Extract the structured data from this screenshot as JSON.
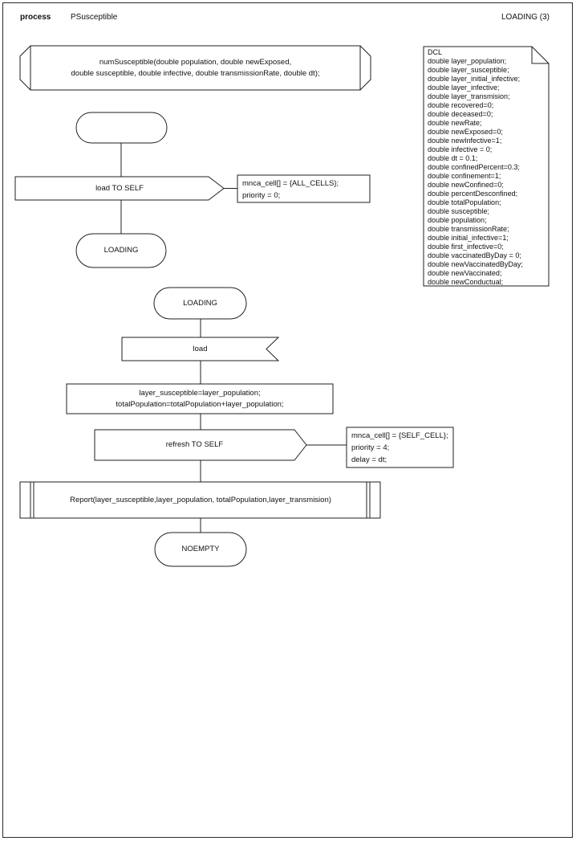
{
  "header": {
    "type_label": "process",
    "process_name": "PSusceptible",
    "page_label": "LOADING (3)"
  },
  "diagram": {
    "function_def": {
      "lines": [
        "numSusceptible(double population, double newExposed,",
        "double susceptible, double infective, double transmissionRate, double dt);"
      ]
    },
    "start_state": {
      "label": ""
    },
    "load_to_self": {
      "label": "load TO SELF",
      "note_lines": [
        "mnca_cell[] = {ALL_CELLS};",
        "priority = 0;"
      ]
    },
    "loading_state_1": {
      "label": "LOADING"
    },
    "loading_state_2": {
      "label": "LOADING"
    },
    "load_event": {
      "label": "load"
    },
    "assignment": {
      "lines": [
        "layer_susceptible=layer_population;",
        "totalPopulation=totalPopulation+layer_population;"
      ]
    },
    "refresh_to_self": {
      "label": "refresh TO SELF",
      "note_lines": [
        "mnca_cell[] = {SELF_CELL};",
        "priority = 4;",
        "delay = dt;"
      ]
    },
    "report": {
      "label": "Report(layer_susceptible,layer_population, totalPopulation,layer_transmision)"
    },
    "noempty_state": {
      "label": "NOEMPTY"
    },
    "dcl": {
      "lines": [
        "DCL",
        "double layer_population;",
        "double layer_susceptible;",
        "double layer_initial_infective;",
        "double layer_infective;",
        "double layer_transmision;",
        "double recovered=0;",
        "double deceased=0;",
        "double newRate;",
        "double newExposed=0;",
        "double newInfective=1;",
        "double infective = 0;",
        "double dt = 0.1;",
        "double confinedPercent=0.3;",
        "double confinement=1;",
        "double newConfined=0;",
        "double percentDesconfined;",
        "double totalPopulation;",
        "double susceptible;",
        "double population;",
        "double transmissionRate;",
        "double initial_infective=1;",
        "double first_infective=0;",
        "double vaccinatedByDay = 0;",
        "double newVaccinatedByDay;",
        "double newVaccinated;",
        "double newConductual;"
      ]
    }
  },
  "colors": {
    "stroke": "#1f1f1f",
    "background": "#ffffff"
  }
}
